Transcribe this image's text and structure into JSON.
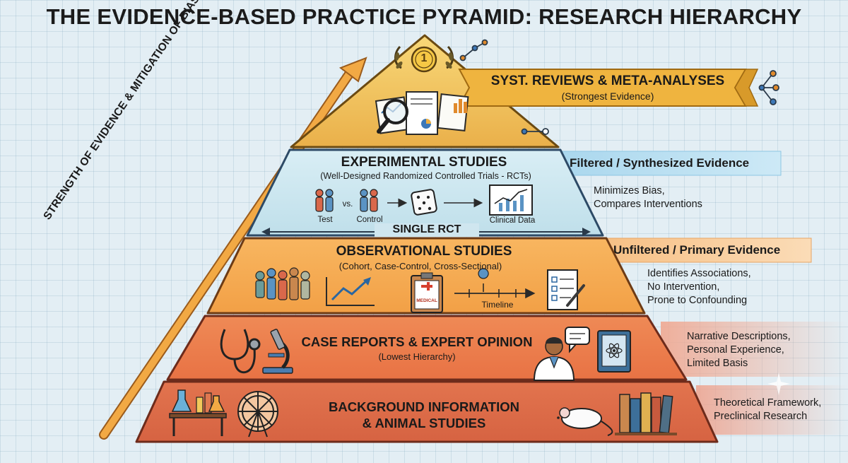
{
  "title": "THE EVIDENCE-BASED PRACTICE PYRAMID: RESEARCH HIERARCHY",
  "axis_label": "STRENGTH OF EVIDENCE & MITIGATION OF BIAS INCREASES",
  "medal_number": "1",
  "levels": {
    "top": {
      "title": "SYST. REVIEWS & META-ANALYSES",
      "subtitle": "(Strongest Evidence)"
    },
    "experimental": {
      "title": "EXPERIMENTAL STUDIES",
      "subtitle": "(Well-Designed Randomized Controlled Trials - RCTs)",
      "test_label": "Test",
      "vs_label": "vs.",
      "control_label": "Control",
      "data_label": "Clinical Data",
      "rct_label": "SINGLE RCT"
    },
    "observational": {
      "title": "OBSERVATIONAL STUDIES",
      "subtitle": "(Cohort, Case-Control, Cross-Sectional)",
      "clipboard_label": "MEDICAL",
      "timeline_label": "Timeline"
    },
    "case": {
      "title": "CASE REPORTS & EXPERT OPINION",
      "subtitle": "(Lowest Hierarchy)"
    },
    "background": {
      "title_line1": "BACKGROUND INFORMATION",
      "title_line2": "& ANIMAL STUDIES"
    }
  },
  "bands": {
    "filtered": "Filtered / Synthesized Evidence",
    "unfiltered": "Unfiltered / Primary Evidence"
  },
  "notes": {
    "experimental": [
      "Minimizes Bias,",
      "Compares Interventions"
    ],
    "observational": [
      "Identifies Associations,",
      "No Intervention,",
      "Prone to Confounding"
    ],
    "case": [
      "Narrative Descriptions,",
      "Personal Experience,",
      "Limited Basis"
    ],
    "background": [
      "Theoretical Framework,",
      "Preclinical Research"
    ]
  },
  "colors": {
    "gold": "#f2bd47",
    "experimental": "#cfe6ef",
    "observational": "#f5a94e",
    "case": "#ec7a4c",
    "background": "#dd6a48",
    "band_blue": "#a9d8ee",
    "band_orange": "#f7c58d",
    "arrow": "#f2a944"
  }
}
